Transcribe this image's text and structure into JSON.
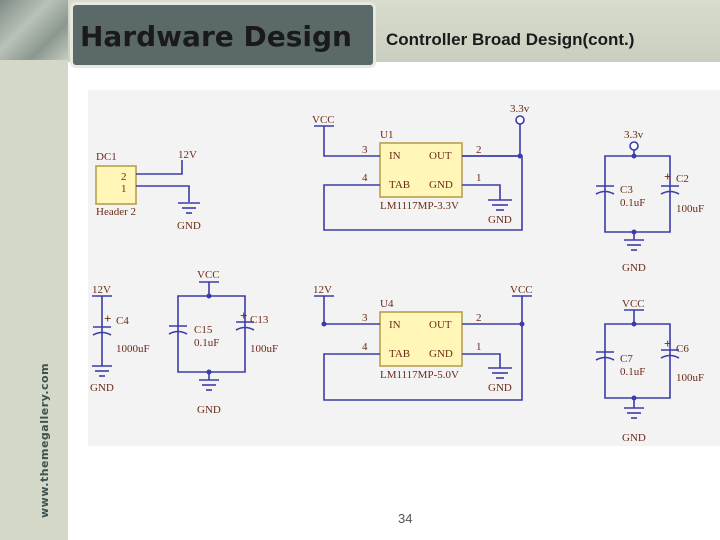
{
  "slide": {
    "title": "Hardware Design",
    "subtitle": "Controller Broad Design(cont.)",
    "watermark": "www.themegallery.com",
    "page_number": "34"
  },
  "schematic": {
    "dc1": {
      "ref": "DC1",
      "voltage": "12V",
      "pin2": "2",
      "pin1": "1",
      "part": "Header 2",
      "gnd": "GND"
    },
    "u1": {
      "vcc": "VCC",
      "ref": "U1",
      "pin3": "3",
      "pin4": "4",
      "pin2": "2",
      "pin1": "1",
      "in": "IN",
      "out": "OUT",
      "tab": "TAB",
      "gnd_pin": "GND",
      "part": "LM1117MP-3.3V",
      "out_net": "3.3v",
      "gnd": "GND"
    },
    "c3c2": {
      "net": "3.3v",
      "c3": "C3",
      "c3_val": "0.1uF",
      "c2": "C2",
      "c2_val": "100uF",
      "gnd": "GND"
    },
    "c4": {
      "net": "12V",
      "ref": "C4",
      "val": "1000uF",
      "gnd": "GND"
    },
    "c15c13": {
      "net": "VCC",
      "c15": "C15",
      "c15_val": "0.1uF",
      "c13": "C13",
      "c13_val": "100uF",
      "gnd": "GND"
    },
    "u4": {
      "in_net": "12V",
      "vcc": "VCC",
      "ref": "U4",
      "pin3": "3",
      "pin4": "4",
      "pin2": "2",
      "pin1": "1",
      "in": "IN",
      "out": "OUT",
      "tab": "TAB",
      "gnd_pin": "GND",
      "part": "LM1117MP-5.0V",
      "gnd": "GND"
    },
    "c7c6": {
      "net": "VCC",
      "c7": "C7",
      "c7_val": "0.1uF",
      "c6": "C6",
      "c6_val": "100uF",
      "gnd": "GND"
    },
    "plus": "+",
    "colors": {
      "wire": "#3c3ca8",
      "part_fill": "#fff6b8",
      "text": "#6b2a18"
    }
  }
}
